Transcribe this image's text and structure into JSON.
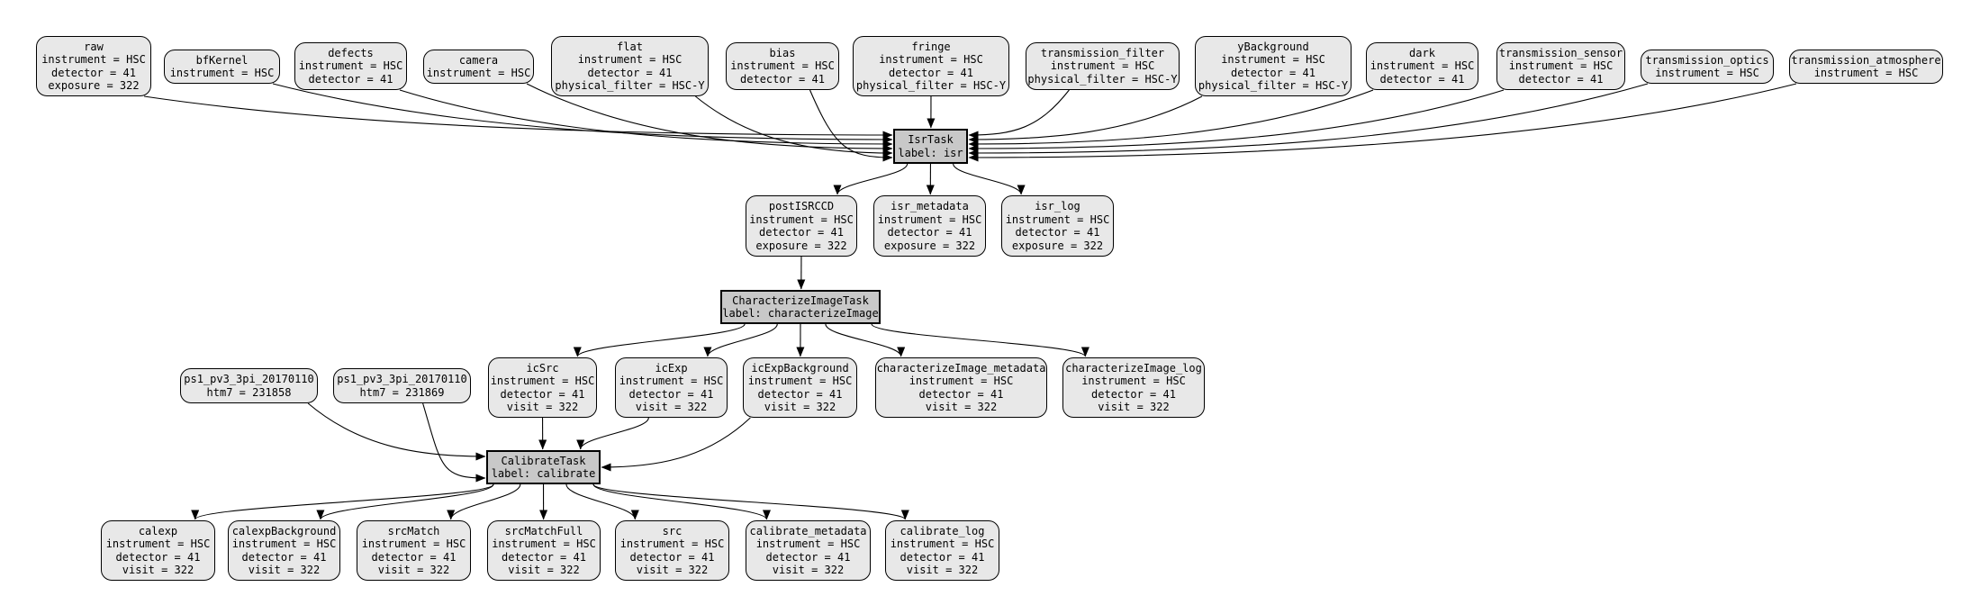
{
  "diagram": {
    "background": "#ffffff",
    "dataset_fill": "#e8e8e8",
    "task_fill": "#c8c8c8",
    "border_color": "#000000",
    "edge_color": "#000000",
    "nodes": [
      {
        "id": "raw",
        "kind": "dataset",
        "lines": [
          "raw",
          "instrument = HSC",
          "detector = 41",
          "exposure = 322"
        ]
      },
      {
        "id": "bfKernel",
        "kind": "dataset",
        "lines": [
          "bfKernel",
          "instrument = HSC"
        ]
      },
      {
        "id": "defects",
        "kind": "dataset",
        "lines": [
          "defects",
          "instrument = HSC",
          "detector = 41"
        ]
      },
      {
        "id": "camera",
        "kind": "dataset",
        "lines": [
          "camera",
          "instrument = HSC"
        ]
      },
      {
        "id": "flat",
        "kind": "dataset",
        "lines": [
          "flat",
          "instrument = HSC",
          "detector = 41",
          "physical_filter = HSC-Y"
        ]
      },
      {
        "id": "bias",
        "kind": "dataset",
        "lines": [
          "bias",
          "instrument = HSC",
          "detector = 41"
        ]
      },
      {
        "id": "fringe",
        "kind": "dataset",
        "lines": [
          "fringe",
          "instrument = HSC",
          "detector = 41",
          "physical_filter = HSC-Y"
        ]
      },
      {
        "id": "transmission_filter",
        "kind": "dataset",
        "lines": [
          "transmission_filter",
          "instrument = HSC",
          "physical_filter = HSC-Y"
        ]
      },
      {
        "id": "yBackground",
        "kind": "dataset",
        "lines": [
          "yBackground",
          "instrument = HSC",
          "detector = 41",
          "physical_filter = HSC-Y"
        ]
      },
      {
        "id": "dark",
        "kind": "dataset",
        "lines": [
          "dark",
          "instrument = HSC",
          "detector = 41"
        ]
      },
      {
        "id": "transmission_sensor",
        "kind": "dataset",
        "lines": [
          "transmission_sensor",
          "instrument = HSC",
          "detector = 41"
        ]
      },
      {
        "id": "transmission_optics",
        "kind": "dataset",
        "lines": [
          "transmission_optics",
          "instrument = HSC"
        ]
      },
      {
        "id": "transmission_atmosphere",
        "kind": "dataset",
        "lines": [
          "transmission_atmosphere",
          "instrument = HSC"
        ]
      },
      {
        "id": "isr",
        "kind": "task",
        "lines": [
          "IsrTask",
          "label: isr"
        ]
      },
      {
        "id": "postISRCCD",
        "kind": "dataset",
        "lines": [
          "postISRCCD",
          "instrument = HSC",
          "detector = 41",
          "exposure = 322"
        ]
      },
      {
        "id": "isr_metadata",
        "kind": "dataset",
        "lines": [
          "isr_metadata",
          "instrument = HSC",
          "detector = 41",
          "exposure = 322"
        ]
      },
      {
        "id": "isr_log",
        "kind": "dataset",
        "lines": [
          "isr_log",
          "instrument = HSC",
          "detector = 41",
          "exposure = 322"
        ]
      },
      {
        "id": "characterizeImage",
        "kind": "task",
        "lines": [
          "CharacterizeImageTask",
          "label: characterizeImage"
        ]
      },
      {
        "id": "ps1_a",
        "kind": "dataset",
        "lines": [
          "ps1_pv3_3pi_20170110",
          "htm7 = 231858"
        ]
      },
      {
        "id": "ps1_b",
        "kind": "dataset",
        "lines": [
          "ps1_pv3_3pi_20170110",
          "htm7 = 231869"
        ]
      },
      {
        "id": "icSrc",
        "kind": "dataset",
        "lines": [
          "icSrc",
          "instrument = HSC",
          "detector = 41",
          "visit = 322"
        ]
      },
      {
        "id": "icExp",
        "kind": "dataset",
        "lines": [
          "icExp",
          "instrument = HSC",
          "detector = 41",
          "visit = 322"
        ]
      },
      {
        "id": "icExpBackground",
        "kind": "dataset",
        "lines": [
          "icExpBackground",
          "instrument = HSC",
          "detector = 41",
          "visit = 322"
        ]
      },
      {
        "id": "characterizeImage_metadata",
        "kind": "dataset",
        "lines": [
          "characterizeImage_metadata",
          "instrument = HSC",
          "detector = 41",
          "visit = 322"
        ]
      },
      {
        "id": "characterizeImage_log",
        "kind": "dataset",
        "lines": [
          "characterizeImage_log",
          "instrument = HSC",
          "detector = 41",
          "visit = 322"
        ]
      },
      {
        "id": "calibrate",
        "kind": "task",
        "lines": [
          "CalibrateTask",
          "label: calibrate"
        ]
      },
      {
        "id": "calexp",
        "kind": "dataset",
        "lines": [
          "calexp",
          "instrument = HSC",
          "detector = 41",
          "visit = 322"
        ]
      },
      {
        "id": "calexpBackground",
        "kind": "dataset",
        "lines": [
          "calexpBackground",
          "instrument = HSC",
          "detector = 41",
          "visit = 322"
        ]
      },
      {
        "id": "srcMatch",
        "kind": "dataset",
        "lines": [
          "srcMatch",
          "instrument = HSC",
          "detector = 41",
          "visit = 322"
        ]
      },
      {
        "id": "srcMatchFull",
        "kind": "dataset",
        "lines": [
          "srcMatchFull",
          "instrument = HSC",
          "detector = 41",
          "visit = 322"
        ]
      },
      {
        "id": "src",
        "kind": "dataset",
        "lines": [
          "src",
          "instrument = HSC",
          "detector = 41",
          "visit = 322"
        ]
      },
      {
        "id": "calibrate_metadata",
        "kind": "dataset",
        "lines": [
          "calibrate_metadata",
          "instrument = HSC",
          "detector = 41",
          "visit = 322"
        ]
      },
      {
        "id": "calibrate_log",
        "kind": "dataset",
        "lines": [
          "calibrate_log",
          "instrument = HSC",
          "detector = 41",
          "visit = 322"
        ]
      }
    ],
    "edges": [
      [
        "raw",
        "isr"
      ],
      [
        "bfKernel",
        "isr"
      ],
      [
        "defects",
        "isr"
      ],
      [
        "camera",
        "isr"
      ],
      [
        "flat",
        "isr"
      ],
      [
        "bias",
        "isr"
      ],
      [
        "fringe",
        "isr"
      ],
      [
        "transmission_filter",
        "isr"
      ],
      [
        "yBackground",
        "isr"
      ],
      [
        "dark",
        "isr"
      ],
      [
        "transmission_sensor",
        "isr"
      ],
      [
        "transmission_optics",
        "isr"
      ],
      [
        "transmission_atmosphere",
        "isr"
      ],
      [
        "isr",
        "postISRCCD"
      ],
      [
        "isr",
        "isr_metadata"
      ],
      [
        "isr",
        "isr_log"
      ],
      [
        "postISRCCD",
        "characterizeImage"
      ],
      [
        "characterizeImage",
        "icSrc"
      ],
      [
        "characterizeImage",
        "icExp"
      ],
      [
        "characterizeImage",
        "icExpBackground"
      ],
      [
        "characterizeImage",
        "characterizeImage_metadata"
      ],
      [
        "characterizeImage",
        "characterizeImage_log"
      ],
      [
        "icSrc",
        "calibrate"
      ],
      [
        "icExp",
        "calibrate"
      ],
      [
        "icExpBackground",
        "calibrate"
      ],
      [
        "ps1_a",
        "calibrate"
      ],
      [
        "ps1_b",
        "calibrate"
      ],
      [
        "calibrate",
        "calexp"
      ],
      [
        "calibrate",
        "calexpBackground"
      ],
      [
        "calibrate",
        "srcMatch"
      ],
      [
        "calibrate",
        "srcMatchFull"
      ],
      [
        "calibrate",
        "src"
      ],
      [
        "calibrate",
        "calibrate_metadata"
      ],
      [
        "calibrate",
        "calibrate_log"
      ]
    ]
  }
}
